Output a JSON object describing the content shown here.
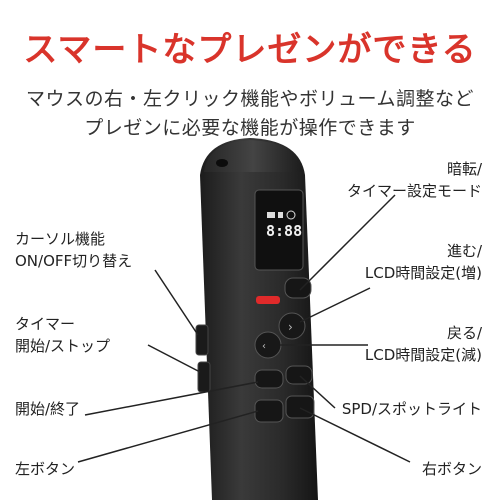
{
  "title": "スマートなプレゼンができる",
  "subtitle_lines": [
    "マウスの右・左クリック機能やボリューム調整など",
    "プレゼンに必要な機能が操作できます"
  ],
  "labels": {
    "darken": [
      "暗転/",
      "タイマー設定モード"
    ],
    "cursor": [
      "カーソル機能",
      "ON/OFF切り替え"
    ],
    "next": [
      "進む/",
      "LCD時間設定(増)"
    ],
    "timer": [
      "タイマー",
      "開始/ストップ"
    ],
    "back": [
      "戻る/",
      "LCD時間設定(減)"
    ],
    "start_end": "開始/終了",
    "spd": "SPD/スポットライト",
    "left_button": "左ボタン",
    "right_button": "右ボタン"
  },
  "lcd_display": "8:88",
  "colors": {
    "title_accent": "#d9342b",
    "device_body": "#2a2a2a",
    "indicator": "#e02a2a"
  }
}
